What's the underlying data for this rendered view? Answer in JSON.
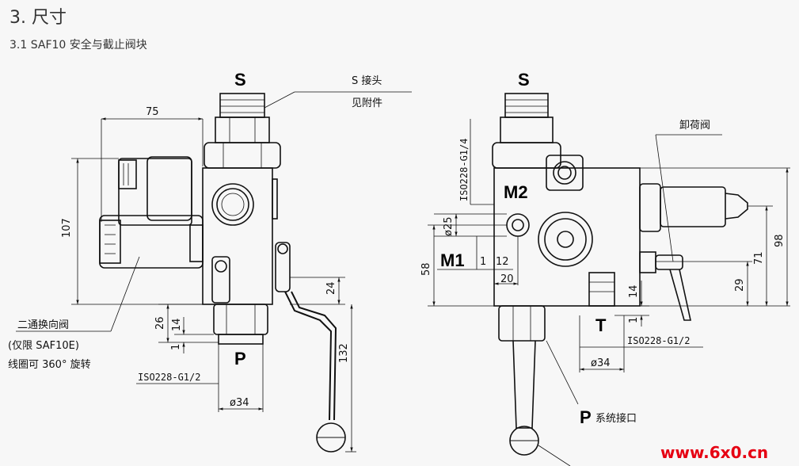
{
  "header": {
    "title": "3. 尺寸",
    "subtitle": "3.1 SAF10 安全与截止阀块"
  },
  "left_view": {
    "port_s": "S",
    "port_p": "P",
    "label_s_joint": "S 接头",
    "label_accessory": "见附件",
    "label_valve_line1": "二通换向阀",
    "label_valve_line2": "(仅限 SAF10E)",
    "label_valve_line3": "线圈可 360° 旋转",
    "iso_thread": "ISO228-G1/2",
    "dims": {
      "width_75": "75",
      "height_107": "107",
      "d26": "26",
      "d14": "14",
      "d1": "1",
      "d24": "24",
      "d132": "132",
      "dia34": "ø34"
    }
  },
  "right_view": {
    "port_s": "S",
    "port_m1": "M1",
    "port_m2": "M2",
    "port_t": "T",
    "port_p": "P",
    "label_p_system": "系统接口",
    "label_unload": "卸荷阀",
    "iso_m": "ISO228-G1/4",
    "iso_t": "ISO228-G1/2",
    "dims": {
      "dia25": "ø25",
      "d1": "1",
      "d12": "12",
      "d20": "20",
      "d58": "58",
      "d14": "14",
      "d29": "29",
      "d71": "71",
      "d98": "98",
      "dia34": "ø34",
      "d1b": "1"
    }
  },
  "watermark": "www.6x0.cn",
  "colors": {
    "line": "#111111",
    "watermark_red": "#e60012",
    "watermark_blue": "#1a3c9c"
  }
}
